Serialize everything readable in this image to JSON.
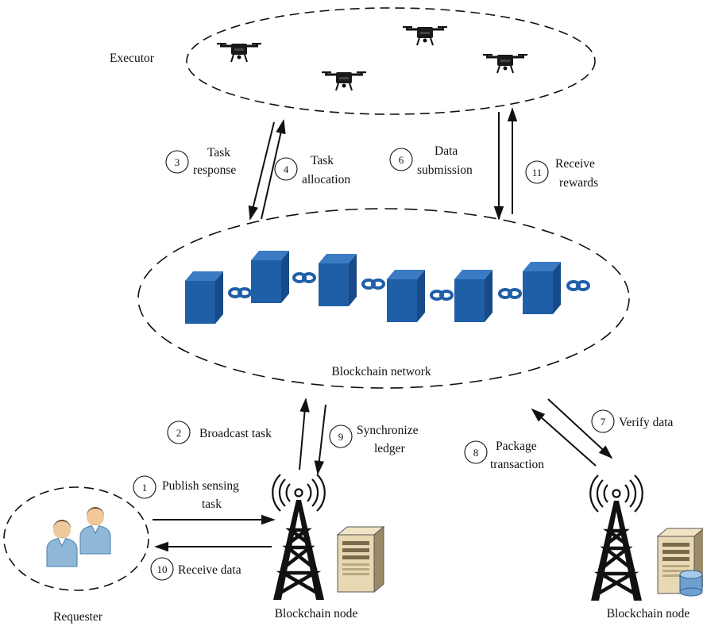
{
  "groups": {
    "executor": "Executor",
    "blockchain_network": "Blockchain network",
    "requester": "Requester",
    "node_left": "Blockchain node",
    "node_right": "Blockchain node"
  },
  "steps": [
    {
      "num": "1",
      "lines": [
        "Publish sensing",
        "task"
      ]
    },
    {
      "num": "2",
      "lines": [
        "Broadcast task"
      ]
    },
    {
      "num": "3",
      "lines": [
        "Task",
        "response"
      ]
    },
    {
      "num": "4",
      "lines": [
        "Task",
        "allocation"
      ]
    },
    {
      "num": "6",
      "lines": [
        "Data",
        "submission"
      ]
    },
    {
      "num": "7",
      "lines": [
        "Verify data"
      ]
    },
    {
      "num": "8",
      "lines": [
        "Package",
        "transaction"
      ]
    },
    {
      "num": "9",
      "lines": [
        "Synchronize",
        "ledger"
      ]
    },
    {
      "num": "10",
      "lines": [
        "Receive data"
      ]
    },
    {
      "num": "11",
      "lines": [
        "Receive",
        "rewards"
      ]
    }
  ],
  "colors": {
    "block": "#1f5fa8",
    "block_top": "#3b7bc4",
    "block_side": "#174a86",
    "person": "#8fb8d8",
    "line": "#111111"
  },
  "icons": [
    "drone-icon",
    "block-icon",
    "chain-link-icon",
    "tower-icon",
    "server-icon",
    "person-icon",
    "database-icon"
  ]
}
